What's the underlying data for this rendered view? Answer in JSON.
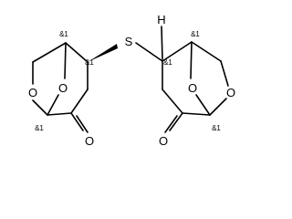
{
  "diagram": {
    "atoms": {
      "sulfur": "S",
      "hydrogen": "H",
      "left_bridge_oxygen": "O",
      "left_ring_oxygen": "O",
      "left_carbonyl_oxygen": "O",
      "right_bridge_oxygen": "O",
      "right_ring_oxygen": "O",
      "right_carbonyl_oxygen": "O"
    },
    "stereo_labels": {
      "left_top": "&1",
      "left_cs": "&1",
      "left_bottom": "&1",
      "right_top": "&1",
      "right_cs": "&1",
      "right_bottom": "&1"
    }
  }
}
